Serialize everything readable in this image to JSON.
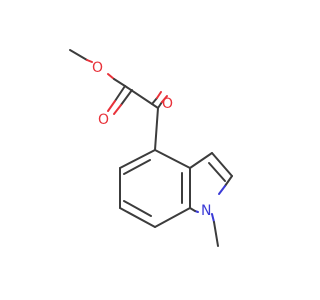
{
  "molecule": {
    "atom_labels": {
      "ester_o": "O",
      "carbonyl_o1": "O",
      "carbonyl_o2": "O",
      "indole_n": "N"
    },
    "colors": {
      "carbon_bond": "#3c3c3c",
      "oxygen": "#e8323a",
      "nitrogen": "#3a3ad6"
    }
  }
}
